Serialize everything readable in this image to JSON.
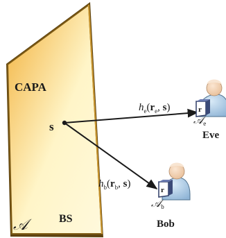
{
  "panel": {
    "title": "CAPA",
    "region_symbol": "𝒜",
    "base_label": "BS"
  },
  "source_point": {
    "symbol": "s"
  },
  "links": [
    {
      "name": "eve-link",
      "h_sub": "e",
      "r_sub": "e",
      "s": "s"
    },
    {
      "name": "bob-link",
      "h_sub": "b",
      "r_sub": "b",
      "s": "s"
    }
  ],
  "users": {
    "eve": {
      "name": "Eve",
      "region_symbol": "𝒜",
      "region_sub": "e",
      "receiver_symbol": "r"
    },
    "bob": {
      "name": "Bob",
      "region_symbol": "𝒜",
      "region_sub": "b",
      "receiver_symbol": "r"
    }
  },
  "colors": {
    "panel_light": "#fff5c8",
    "panel_dark": "#f2b13c",
    "panel_frame": "#7d5a14",
    "person_body": "#a9c9e4",
    "person_stroke": "#4d6f8c",
    "person_skin": "#f1d2b4",
    "receiver_face": "#ffffff",
    "receiver_side": "#3b4a78"
  }
}
